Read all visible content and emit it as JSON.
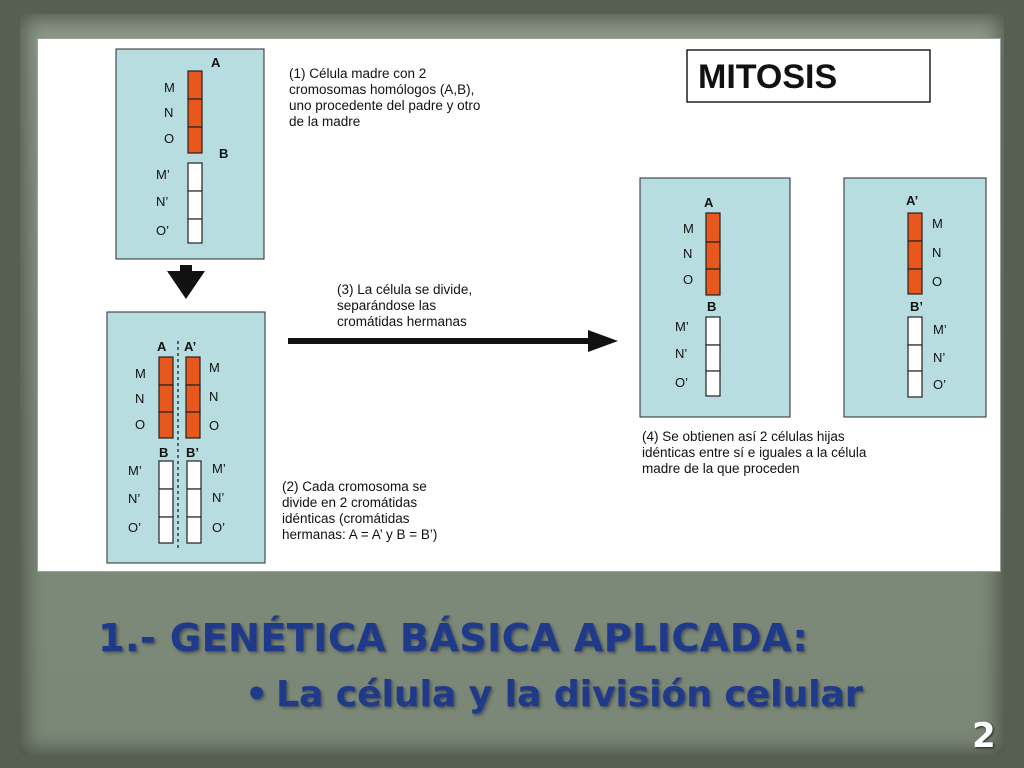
{
  "diagram": {
    "title": "MITOSIS",
    "step1": [
      "(1) Célula madre con 2",
      "cromosomas homólogos (A,B),",
      "uno procedente del padre y otro",
      "de la madre"
    ],
    "step2": [
      "(2) Cada cromosoma se",
      "divide en 2 cromátidas",
      "idénticas (cromátidas",
      "hermanas:   A = A’ y B = B’)"
    ],
    "step3": [
      "(3) La célula se divide,",
      "separándose las",
      "cromátidas hermanas"
    ],
    "step4": [
      "(4) Se obtienen así 2 células hijas",
      "idénticas entre sí e iguales a la célula",
      "madre de la que proceden"
    ],
    "labels": {
      "A": "A",
      "A2": "A’",
      "B": "B",
      "B2": "B’",
      "M": "M",
      "N": "N",
      "O": "O",
      "M2": "M’",
      "N2": "N’",
      "O2": "O’"
    },
    "colors": {
      "cell": "#b8dde0",
      "chromosome_paternal": "#e8571c",
      "chromosome_maternal": "#ffffff"
    }
  },
  "slide": {
    "title": "1.- GENÉTICA BÁSICA APLICADA:",
    "bullet_marker": "•",
    "bullet": "La célula y la división celular",
    "page_number": "2"
  }
}
